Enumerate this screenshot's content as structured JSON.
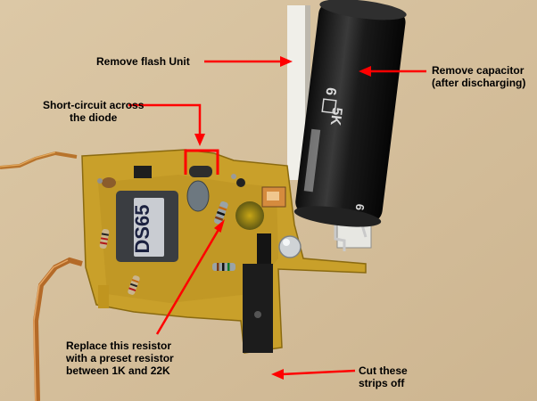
{
  "image": {
    "component_marking": "DS65",
    "capacitor_marking_1": "6",
    "capacitor_marking_2": "5K",
    "capacitor_marking_3": "6"
  },
  "annotations": {
    "remove_flash": "Remove flash Unit",
    "remove_capacitor": "Remove capacitor\n(after discharging)",
    "short_circuit": "Short-circuit across\nthe diode",
    "replace_resistor": "Replace this resistor\nwith a preset resistor\nbetween 1K and 22K",
    "cut_strips": "Cut these\nstrips off"
  },
  "colors": {
    "arrow": "#ff0000",
    "background": "#d6c09c",
    "pcb": "#c9a02a",
    "capacitor": "#1c1c1c",
    "label_text": "#000000"
  }
}
